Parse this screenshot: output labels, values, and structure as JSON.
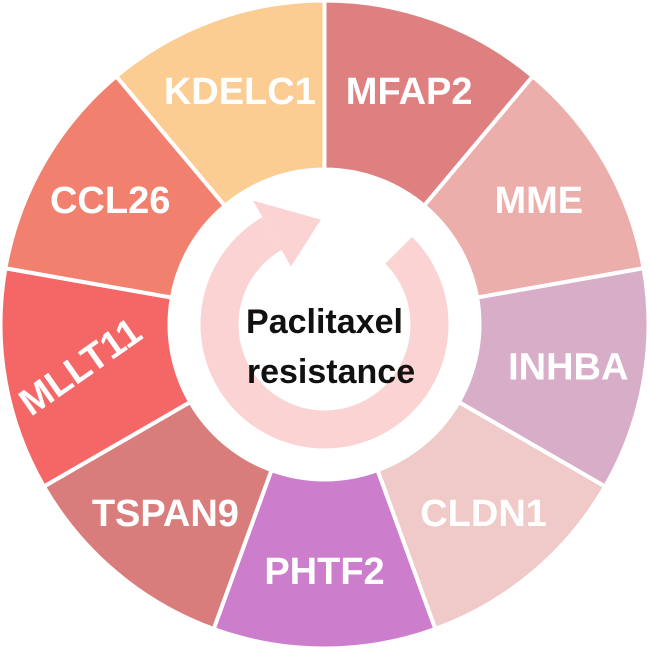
{
  "center": {
    "line1": "Paclitaxel",
    "line2": "resistance",
    "arrow_color": "#fbd3d3"
  },
  "segments": [
    {
      "label": "MFAP2",
      "color": "#de7f80"
    },
    {
      "label": "MME",
      "color": "#ecaeab"
    },
    {
      "label": "INHBA",
      "color": "#d7adc8"
    },
    {
      "label": "CLDN1",
      "color": "#f0cac8"
    },
    {
      "label": "PHTF2",
      "color": "#cc7dcb"
    },
    {
      "label": "TSPAN9",
      "color": "#d97d7c"
    },
    {
      "label": "MLLT11",
      "color": "#f46766"
    },
    {
      "label": "CCL26",
      "color": "#f2806f"
    },
    {
      "label": "KDELC1",
      "color": "#fbcd92"
    }
  ]
}
